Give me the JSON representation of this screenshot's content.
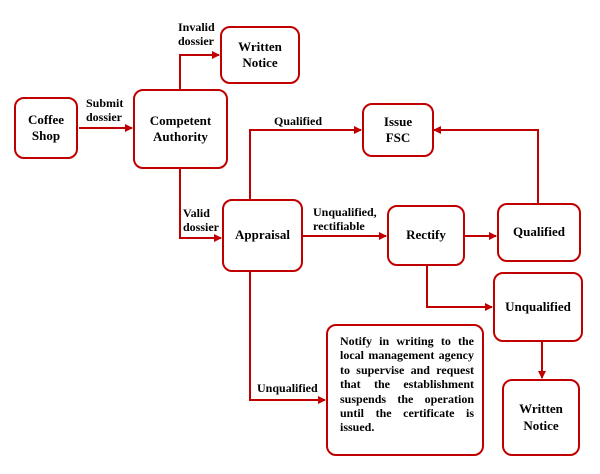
{
  "nodes": {
    "coffee_shop": "Coffee\nShop",
    "competent_authority": "Competent\nAuthority",
    "written_notice_top": "Written\nNotice",
    "issue_fsc": "Issue\nFSC",
    "appraisal": "Appraisal",
    "rectify": "Rectify",
    "qualified_right": "Qualified",
    "unqualified_right": "Unqualified",
    "notify": "Notify in writing to the local management agency to supervise and request that the establishment suspends the operation until the certificate is issued.",
    "written_notice_bottom": "Written\nNotice"
  },
  "edge_labels": {
    "submit_dossier": "Submit\ndossier",
    "invalid_dossier": "Invalid\ndossier",
    "valid_dossier": "Valid\ndossier",
    "qualified": "Qualified",
    "unqualified_rectifiable": "Unqualified,\nrectifiable",
    "unqualified": "Unqualified"
  },
  "colors": {
    "accent": "#c00000",
    "text": "#000000",
    "background": "#ffffff"
  }
}
